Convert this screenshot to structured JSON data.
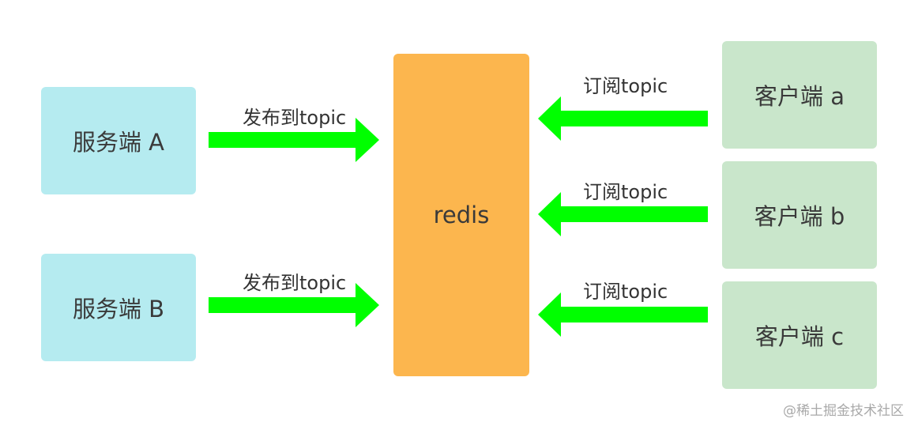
{
  "servers": [
    {
      "label": "服务端 A",
      "arrow_label": "发布到topic"
    },
    {
      "label": "服务端 B",
      "arrow_label": "发布到topic"
    }
  ],
  "broker": {
    "label": "redis"
  },
  "clients": [
    {
      "label": "客户端 a",
      "arrow_label": "订阅topic"
    },
    {
      "label": "客户端 b",
      "arrow_label": "订阅topic"
    },
    {
      "label": "客户端 c",
      "arrow_label": "订阅topic"
    }
  ],
  "watermark": "@稀土掘金技术社区",
  "colors": {
    "server": "#b5ebf0",
    "client": "#c9e6cb",
    "broker": "#fcb64e",
    "arrow": "#00ff00"
  }
}
